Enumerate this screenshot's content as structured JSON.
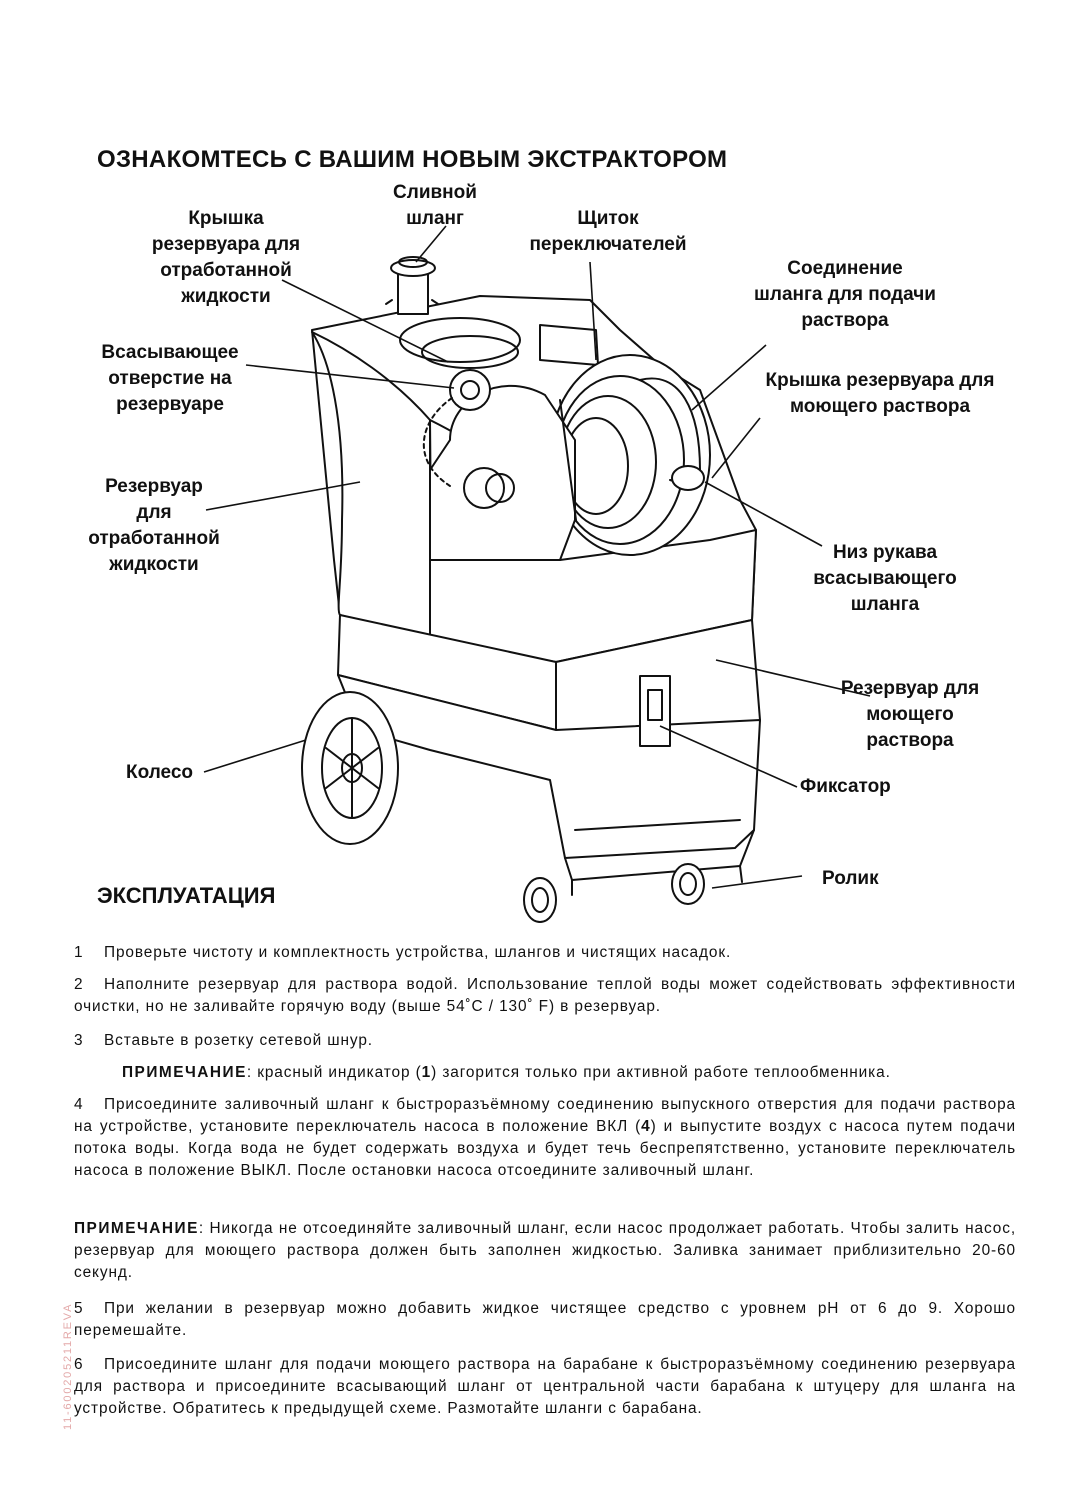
{
  "page_title": "ОЗНАКОМТЕСЬ С ВАШИМ НОВЫМ ЭКСТРАКТОРОМ",
  "section_title": "ЭКСПЛУАТАЦИЯ",
  "callouts": {
    "drain_hose": [
      "Сливной",
      "шланг"
    ],
    "recovery_lid": [
      "Крышка",
      "резервуара для",
      "отработанной",
      "жидкости"
    ],
    "switch_panel": [
      "Щиток",
      "переключателей"
    ],
    "solution_hose_conn": [
      "Соединение",
      "шланга для подачи",
      "раствора"
    ],
    "vacuum_inlet": [
      "Всасывающее",
      "отверстие на",
      "резервуаре"
    ],
    "solution_lid": [
      "Крышка резервуара для",
      "моющего раствора"
    ],
    "recovery_tank": [
      "Резервуар",
      "для",
      "отработанной",
      "жидкости"
    ],
    "vacuum_hose_cuff": [
      "Низ рукава",
      "всасывающего",
      "шланга"
    ],
    "solution_tank": [
      "Резервуар для",
      "моющего",
      "раствора"
    ],
    "wheel": [
      "Колесо"
    ],
    "latch": [
      "Фиксатор"
    ],
    "caster": [
      "Ролик"
    ]
  },
  "instructions": [
    {
      "num": "1",
      "text": "Проверьте чистоту и комплектность устройства, шлангов и чистящих насадок."
    },
    {
      "num": "2",
      "text": "Наполните резервуар для раствора водой.  Использование теплой воды может содействовать эффективности очистки, но не заливайте горячую воду (выше  54˚C / 130˚ F) в резервуар."
    },
    {
      "num": "3",
      "text": "Вставьте в розетку сетевой шнур."
    },
    {
      "note_label": "ПРИМЕЧАНИЕ",
      "text_before": ": красный индикатор (",
      "bold": "1",
      "text_after": ") загорится только при активной работе теплообменника."
    },
    {
      "num": "4",
      "text_before": "Присоедините заливочный шланг к быстроразъёмному соединению выпускного отверстия для подачи раствора на устройстве, установите переключатель насоса в положение ВКЛ  (",
      "bold": "4",
      "text_after": ") и выпустите воздух с насоса путем подачи потока воды. Когда вода не будет содержать воздуха и будет течь беспрепятственно, установите переключатель насоса в положение ВЫКЛ.  После остановки насоса отсоедините заливочный шланг."
    },
    {
      "note_label": "ПРИМЕЧАНИЕ",
      "text": ": Никогда не отсоединяйте заливочный шланг, если насос продолжает работать. Чтобы залить насос, резервуар для моющего раствора должен быть заполнен жидкостью.  Заливка занимает приблизительно 20-60 секунд."
    },
    {
      "num": "5",
      "text": "При желании в резервуар можно добавить жидкое чистящее средство с уровнем pH от 6 до 9.  Хорошо перемешайте."
    },
    {
      "num": "6",
      "text": "Присоедините шланг для подачи моющего раствора на барабане к быстроразъёмному соединению резервуара для раствора и присоедините всасывающий шланг  от  центральной  части  барабана  к штуцеру для шланга на устройстве. Обратитесь к предыдущей схеме. Размотайте шланги с барабана."
    }
  ],
  "side_code": "11-600205211REVA",
  "colors": {
    "ink": "#111111",
    "side_code": "#e3a8a8"
  }
}
